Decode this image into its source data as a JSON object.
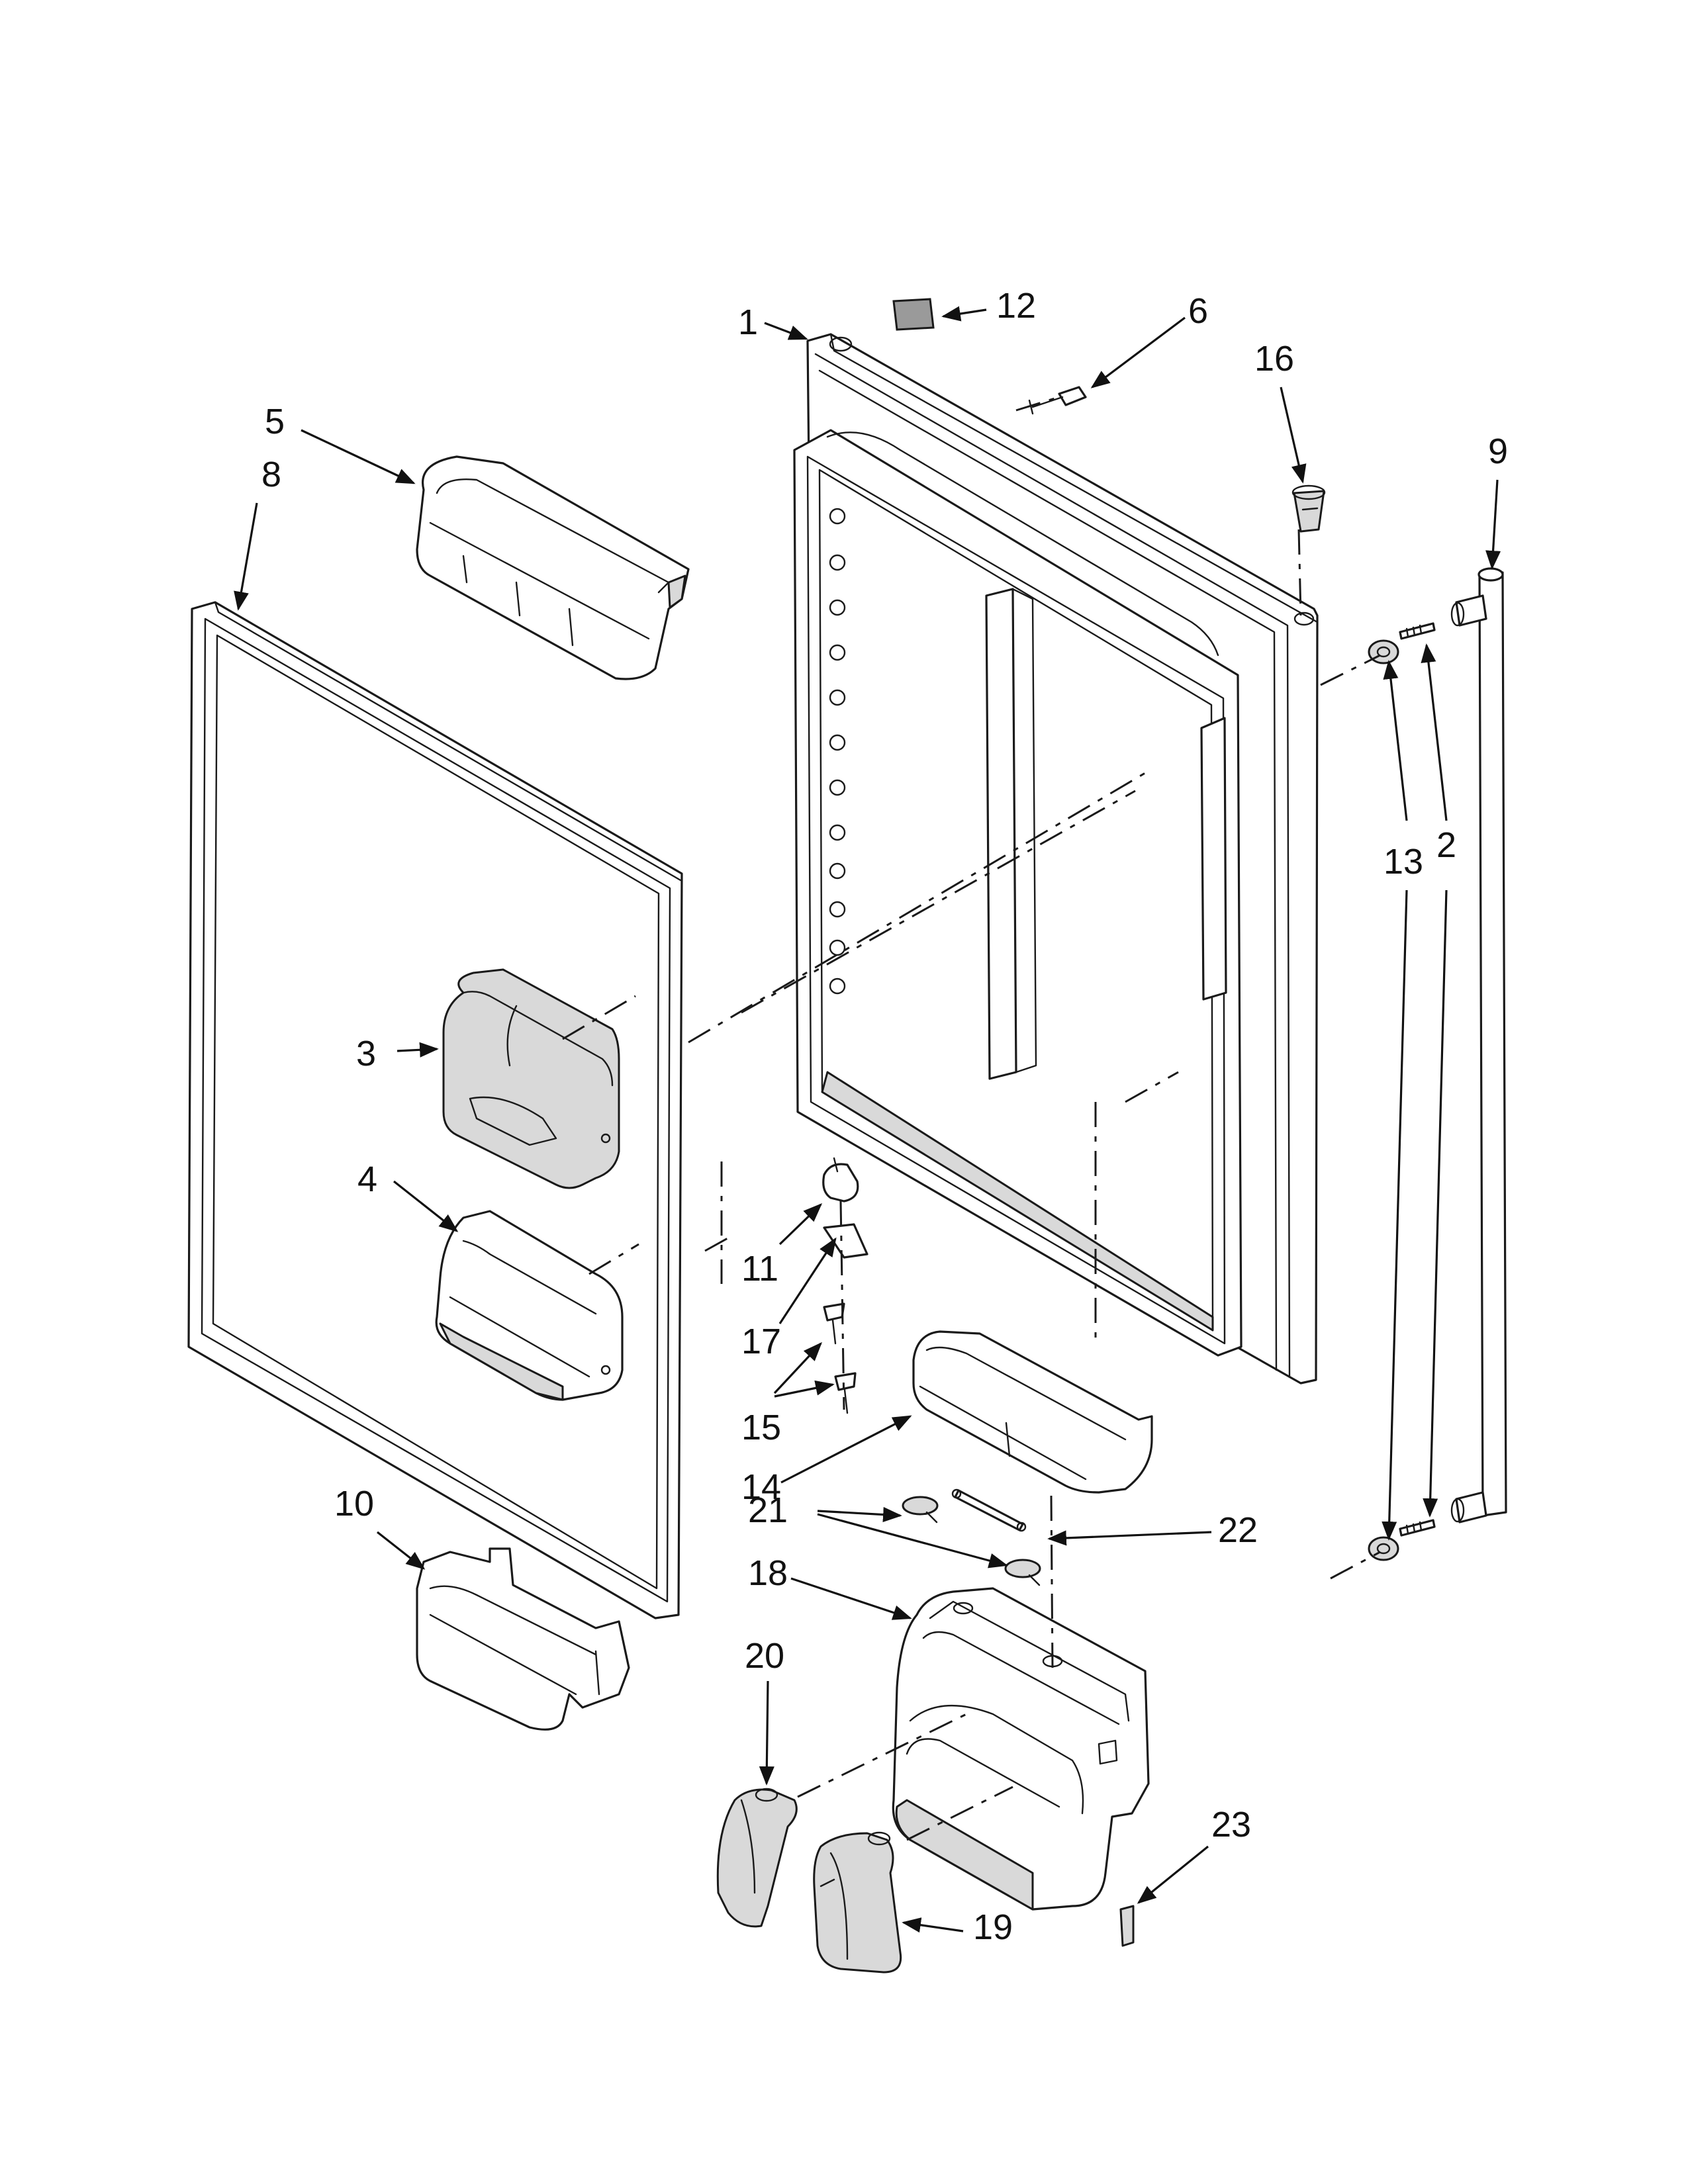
{
  "callouts": [
    {
      "id": "c1",
      "label": "1"
    },
    {
      "id": "c2",
      "label": "2"
    },
    {
      "id": "c3",
      "label": "3"
    },
    {
      "id": "c4",
      "label": "4"
    },
    {
      "id": "c5",
      "label": "5"
    },
    {
      "id": "c6",
      "label": "6"
    },
    {
      "id": "c8",
      "label": "8"
    },
    {
      "id": "c9",
      "label": "9"
    },
    {
      "id": "c10",
      "label": "10"
    },
    {
      "id": "c11",
      "label": "11"
    },
    {
      "id": "c12",
      "label": "12"
    },
    {
      "id": "c13",
      "label": "13"
    },
    {
      "id": "c14",
      "label": "14"
    },
    {
      "id": "c15",
      "label": "15"
    },
    {
      "id": "c16",
      "label": "16"
    },
    {
      "id": "c17",
      "label": "17"
    },
    {
      "id": "c18",
      "label": "18"
    },
    {
      "id": "c19",
      "label": "19"
    },
    {
      "id": "c20",
      "label": "20"
    },
    {
      "id": "c21",
      "label": "21"
    },
    {
      "id": "c22",
      "label": "22"
    },
    {
      "id": "c23",
      "label": "23"
    }
  ]
}
